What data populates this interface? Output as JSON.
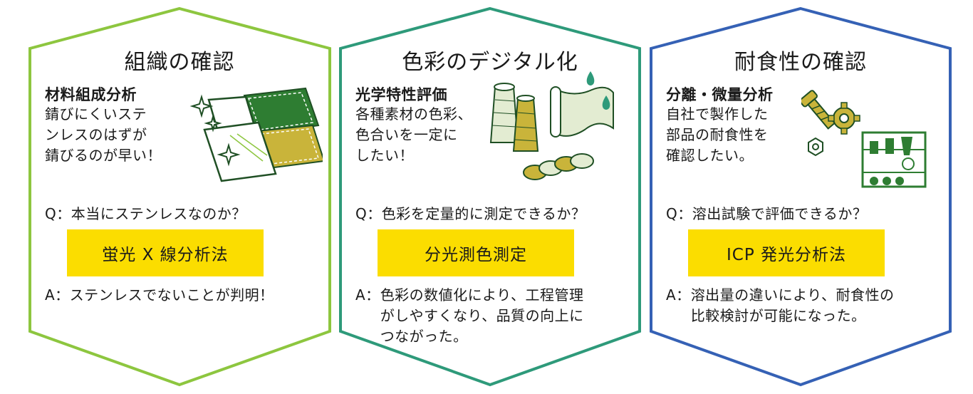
{
  "colors": {
    "panel1_border": "#8dc63f",
    "panel2_border": "#2e9a7a",
    "panel3_border": "#3561b5",
    "method_fill": "#fbdd00",
    "illustration_green": "#2e7d32",
    "illustration_olive": "#c9b43a"
  },
  "panels": [
    {
      "title": "組織の確認",
      "subhead": "材料組成分析",
      "description": "錆びにくいステ\nンレスのはずが\n錆びるのが早い！",
      "question": "Q：本当にステンレスなのか？",
      "method": "蛍光 X 線分析法",
      "answer_label": "A：",
      "answer_text": "ステンレスでないことが判明！",
      "illustration": "sheet-samples-icon"
    },
    {
      "title": "色彩のデジタル化",
      "subhead": "光学特性評価",
      "description": "各種素材の色彩、\n色合いを一定に\nしたい！",
      "question": "Q：色彩を定量的に測定できるか？",
      "method": "分光測色測定",
      "answer_label": "A：",
      "answer_text": "色彩の数値化により、工程管理\nがしやすくなり、品質の向上に\nつながった。",
      "illustration": "thread-fabric-icon"
    },
    {
      "title": "耐食性の確認",
      "subhead": "分離・微量分析",
      "description": "自社で製作した\n部品の耐食性を\n確認したい。",
      "question": "Q：溶出試験で評価できるか？",
      "method": "ICP 発光分析法",
      "answer_label": "A：",
      "answer_text": "溶出量の違いにより、耐食性の\n比較検討が可能になった。",
      "illustration": "bolt-gear-parts-icon"
    }
  ]
}
